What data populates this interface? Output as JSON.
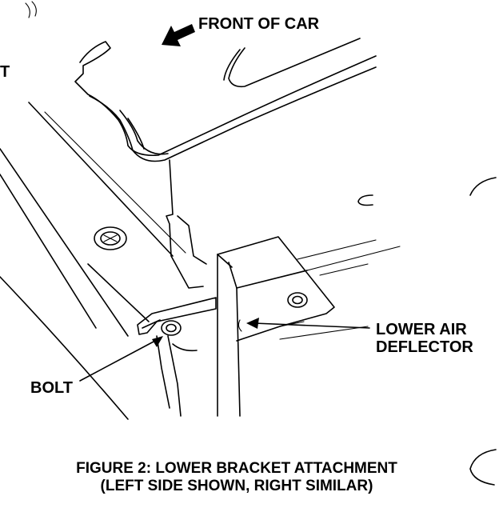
{
  "labels": {
    "front_of_car": "FRONT OF CAR",
    "partial_left": "T",
    "lower_air_deflector_line1": "LOWER AIR",
    "lower_air_deflector_line2": "DEFLECTOR",
    "bolt": "BOLT"
  },
  "caption": {
    "line1": "FIGURE 2: LOWER BRACKET ATTACHMENT",
    "line2": "(LEFT SIDE SHOWN, RIGHT SIMILAR)"
  },
  "colors": {
    "ink": "#000000",
    "paper": "#ffffff"
  }
}
